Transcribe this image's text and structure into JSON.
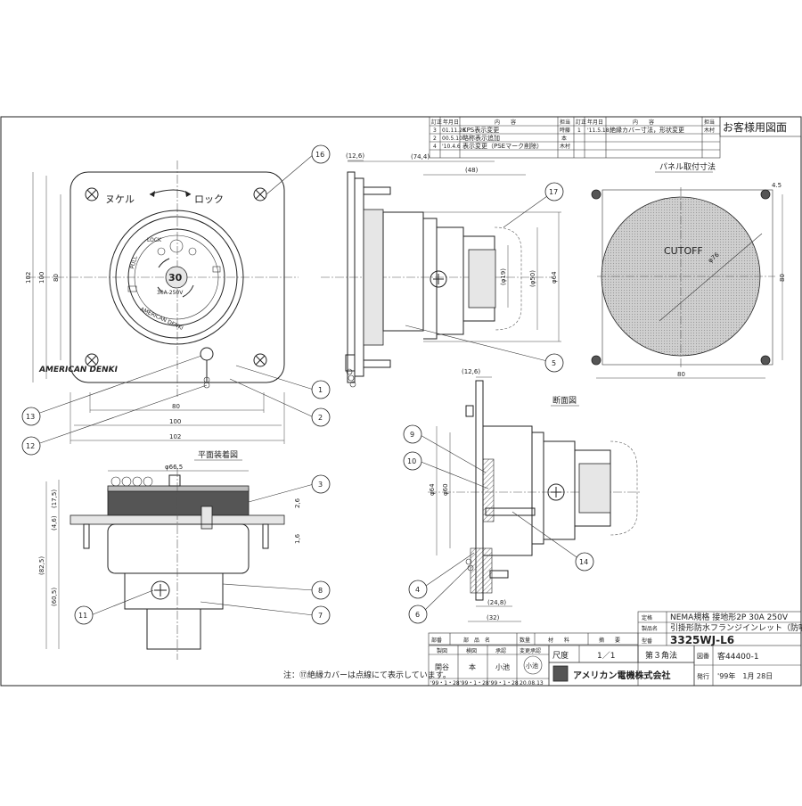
{
  "customer_label": "お客様用図面",
  "revisions": {
    "headers": {
      "mark": "訂正",
      "date": "年月日",
      "content": "内　　容",
      "person": "担当"
    },
    "left": [
      {
        "mark": "3",
        "date": "01.11.26",
        "content": "KPS表示変更",
        "person": "時藤"
      },
      {
        "mark": "2",
        "date": "00.5.10",
        "content": "略称表示追加",
        "person": "本"
      },
      {
        "mark": "4",
        "date": "'10.4.6",
        "content": "表示変更（PSEマーク削除）",
        "person": "木村"
      }
    ],
    "right": [
      {
        "mark": "1",
        "date": "'11.5.18",
        "content": "絶縁カバー寸法，形状変更",
        "person": "木村"
      }
    ]
  },
  "front_view": {
    "label_release": "ヌケル",
    "label_lock": "ロック",
    "label_pull": "PULL",
    "label_lock_en": "LOCK",
    "rating": "30",
    "rating_sub": "30A-250V",
    "ring_text": "AMERICAN DENKI",
    "plate_text": "AMERICAN DENKI",
    "dims": {
      "w100": "100",
      "w80": "80",
      "w102": "102",
      "h102": "102",
      "h100": "100",
      "h80": "80"
    }
  },
  "side_view": {
    "dims": {
      "d12_6": "(12,6)",
      "d74_4": "(74,4)",
      "d48": "(48)",
      "d19": "(φ19)",
      "d50": "(φ50)",
      "d64": "φ64"
    }
  },
  "panel_view": {
    "title": "パネル取付寸法",
    "cutoff": "CUTOFF",
    "dia": "φ76",
    "hole": "4.5",
    "w80": "80",
    "h80": "80"
  },
  "plan_view": {
    "title": "平面装着図",
    "dims": {
      "d66_5": "φ66.5",
      "d17_5": "(17,5)",
      "d4_6": "(4,6)",
      "d2_6": "2,6",
      "d1_6": "1,6",
      "d82_5": "(82,5)",
      "d60_5": "(60,5)"
    }
  },
  "section_view": {
    "title": "断面図",
    "dims": {
      "d12_6": "(12,6)",
      "d64": "φ64",
      "d60": "φ60",
      "d24_8": "(24,8)",
      "d32": "(32)"
    }
  },
  "balloons": [
    "1",
    "2",
    "3",
    "4",
    "5",
    "6",
    "7",
    "8",
    "9",
    "10",
    "11",
    "12",
    "13",
    "14",
    "16",
    "17"
  ],
  "note": "注：⑰絶縁カバーは点線にて表示しています。",
  "title_block": {
    "standard_label": "定格",
    "standard_value": "NEMA規格 接地形2P 30A 250V",
    "product_label": "製品名",
    "product_value": "引掛形防水フランジインレット（防噴流形）",
    "model_label": "型番",
    "model_value": "3325WJ-L6",
    "parts_headers": [
      "部番",
      "部　品　名",
      "数量",
      "材　　料",
      "摘　　要"
    ],
    "approve_headers": [
      "製図",
      "検図",
      "承認",
      "変更承認"
    ],
    "approve_names": [
      "関谷",
      "本",
      "小池"
    ],
    "approve_stamp": "小池",
    "approve_dates": [
      "'99・1・28",
      "'99・1・28",
      "'99・1・28"
    ],
    "stamp_date": "20.08.13",
    "scale_label": "尺度",
    "scale_value": "1／1",
    "projection": "第３角法",
    "drawing_no_label": "図番",
    "drawing_no": "客44400-1",
    "issue_label": "発行",
    "issue_date": "'99年　1月 28日",
    "company": "アメリカン電機株式会社"
  }
}
